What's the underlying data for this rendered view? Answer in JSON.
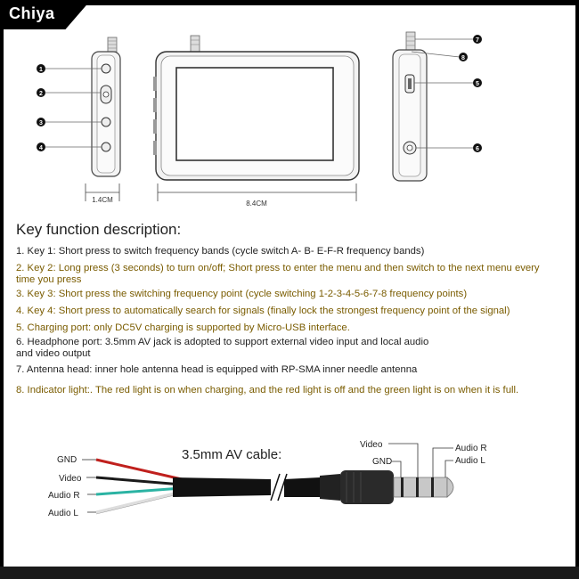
{
  "brand": {
    "name": "Chiya"
  },
  "diagram": {
    "callouts": [
      "1",
      "2",
      "3",
      "4",
      "5",
      "6",
      "7",
      "8"
    ],
    "dim_side": "1.4CM",
    "dim_width": "8.4CM"
  },
  "heading": "Key function description:",
  "keys": [
    {
      "lines": [
        "1.  Key 1: Short press to switch frequency bands (cycle switch A- B- E-F-R frequency bands)"
      ],
      "color": "#222222"
    },
    {
      "lines": [
        "2.  Key 2: Long press (3 seconds) to turn on/off; Short press to enter the menu and then switch to the next menu every",
        "time you press"
      ],
      "color": "#7a5c00"
    },
    {
      "lines": [
        "3.  Key 3: Short press the switching frequency point (cycle switching 1-2-3-4-5-6-7-8 frequency points)"
      ],
      "color": "#7a5c00"
    },
    {
      "lines": [
        "4.  Key 4: Short press to automatically search for signals (finally lock the strongest frequency point of the signal)"
      ],
      "color": "#7a5c00"
    },
    {
      "lines": [
        "5.  Charging port: only DC5V charging is supported by Micro-USB interface."
      ],
      "color": "#7a5c00"
    },
    {
      "lines": [
        "6.  Headphone port: 3.5mm AV jack is adopted to support external video input and local audio",
        "and video output"
      ],
      "color": "#222222"
    },
    {
      "lines": [
        "7.  Antenna head: inner hole antenna head is equipped with RP-SMA inner needle antenna"
      ],
      "color": "#222222"
    },
    {
      "lines": [
        "8.  Indicator light:. The red light is on when charging, and the red light is off and the green light is on when it is full."
      ],
      "color": "#7a5c00"
    }
  ],
  "cable": {
    "title": "3.5mm AV  cable:",
    "wires": [
      "GND",
      "Video",
      "Audio R",
      "Audio L"
    ],
    "plug_labels": {
      "video": "Video",
      "gnd": "GND",
      "audio_r": "Audio R",
      "audio_l": "Audio L"
    }
  }
}
